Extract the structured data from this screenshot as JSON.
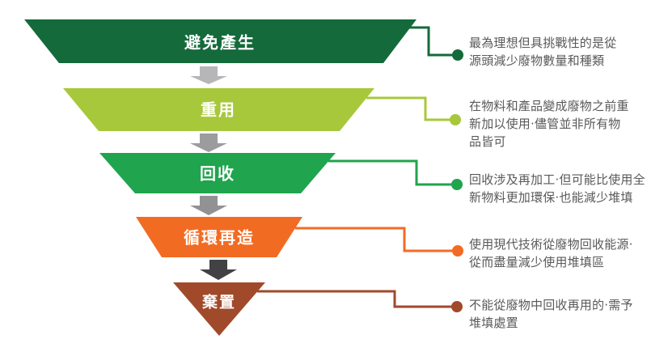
{
  "diagram": {
    "title": "waste-management-hierarchy-funnel",
    "background": "#ffffff",
    "text_color": "#58595b",
    "label_color": "#ffffff",
    "levels": [
      {
        "label": "避免產生",
        "color": "#146a3a",
        "desc_lines": [
          "最為理想但具挑戰性的是從",
          "源頭減少廢物數量和種類"
        ]
      },
      {
        "label": "重用",
        "color": "#a8c83c",
        "desc_lines": [
          "在物料和產品變成廢物之前重",
          "新加以使用·儘管並非所有物",
          "品皆可"
        ]
      },
      {
        "label": "回收",
        "color": "#20a44e",
        "desc_lines": [
          "回收涉及再加工·但可能比使用全",
          "新物料更加環保·也能減少堆填"
        ]
      },
      {
        "label": "循環再造",
        "color": "#f26b23",
        "desc_lines": [
          "使用現代技術從廢物回收能源·",
          "從而盡量減少使用堆填區"
        ]
      },
      {
        "label": "棄置",
        "color": "#a04a2b",
        "desc_lines": [
          "不能從廢物中回收再用的·需予",
          "堆填處置"
        ]
      }
    ],
    "arrows": [
      {
        "color": "#b6b6b8"
      },
      {
        "color": "#9c9c9e"
      },
      {
        "color": "#929295"
      },
      {
        "color": "#424245"
      }
    ]
  }
}
